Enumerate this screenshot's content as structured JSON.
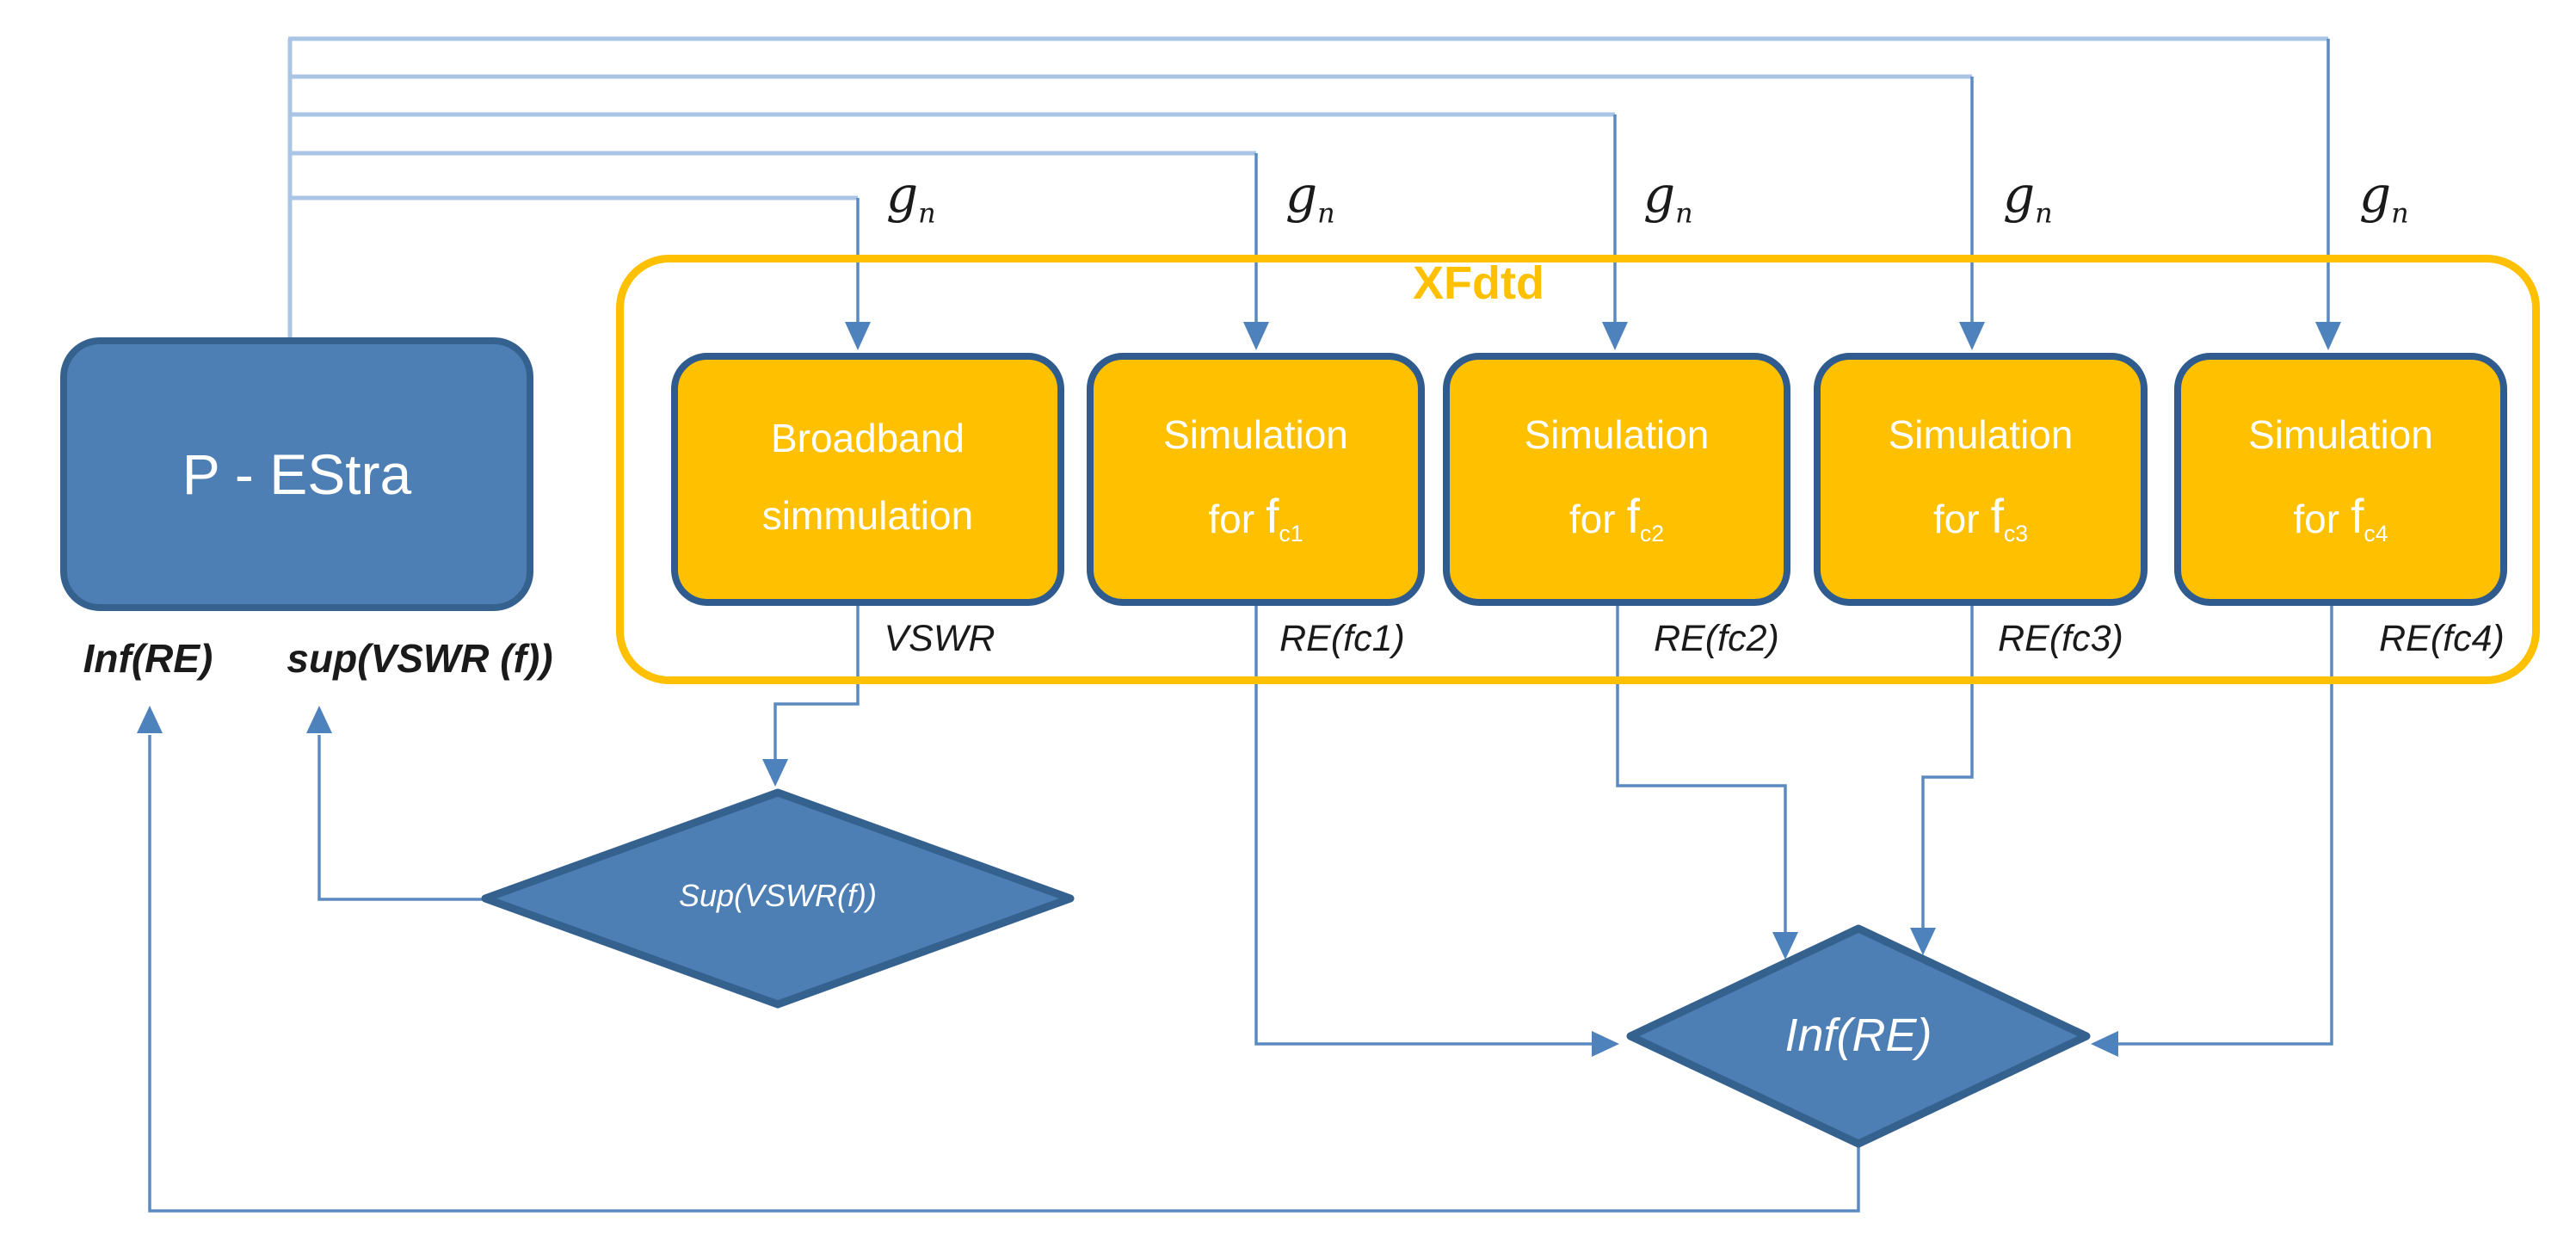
{
  "figure": {
    "colors": {
      "blue_fill": "#4d7fb5",
      "blue_border": "#35618f",
      "yellow": "#ffc000",
      "sim_box_border": "#2f5b8f",
      "rail_blue": "#a9c4e4",
      "connector_blue": "#5b8ac0",
      "arrow_blue": "#4e82bd",
      "label_black": "#1a1a1a"
    },
    "pestra": {
      "label": "P - EStra"
    },
    "feedback_labels": {
      "inf": "Inf(RE)",
      "sup": "sup(VSWR (f))"
    },
    "xfdtd": {
      "label": "XFdtd"
    },
    "gain_label": {
      "base": "g",
      "sub": "n"
    },
    "sim_boxes": [
      {
        "top": "Broadband",
        "bottom": "simmulation",
        "f": "",
        "sub": "",
        "output": "VSWR"
      },
      {
        "top": "Simulation",
        "bottom": "for",
        "f": "f",
        "sub": "c1",
        "output": "RE(fc1)"
      },
      {
        "top": "Simulation",
        "bottom": "for",
        "f": "f",
        "sub": "c2",
        "output": "RE(fc2)"
      },
      {
        "top": "Simulation",
        "bottom": "for",
        "f": "f",
        "sub": "c3",
        "output": "RE(fc3)"
      },
      {
        "top": "Simulation",
        "bottom": "for",
        "f": "f",
        "sub": "c4",
        "output": "RE(fc4)"
      }
    ],
    "decisions": {
      "sup": {
        "label": "Sup(VSWR(f))"
      },
      "inf": {
        "label": "Inf(RE)"
      }
    }
  }
}
